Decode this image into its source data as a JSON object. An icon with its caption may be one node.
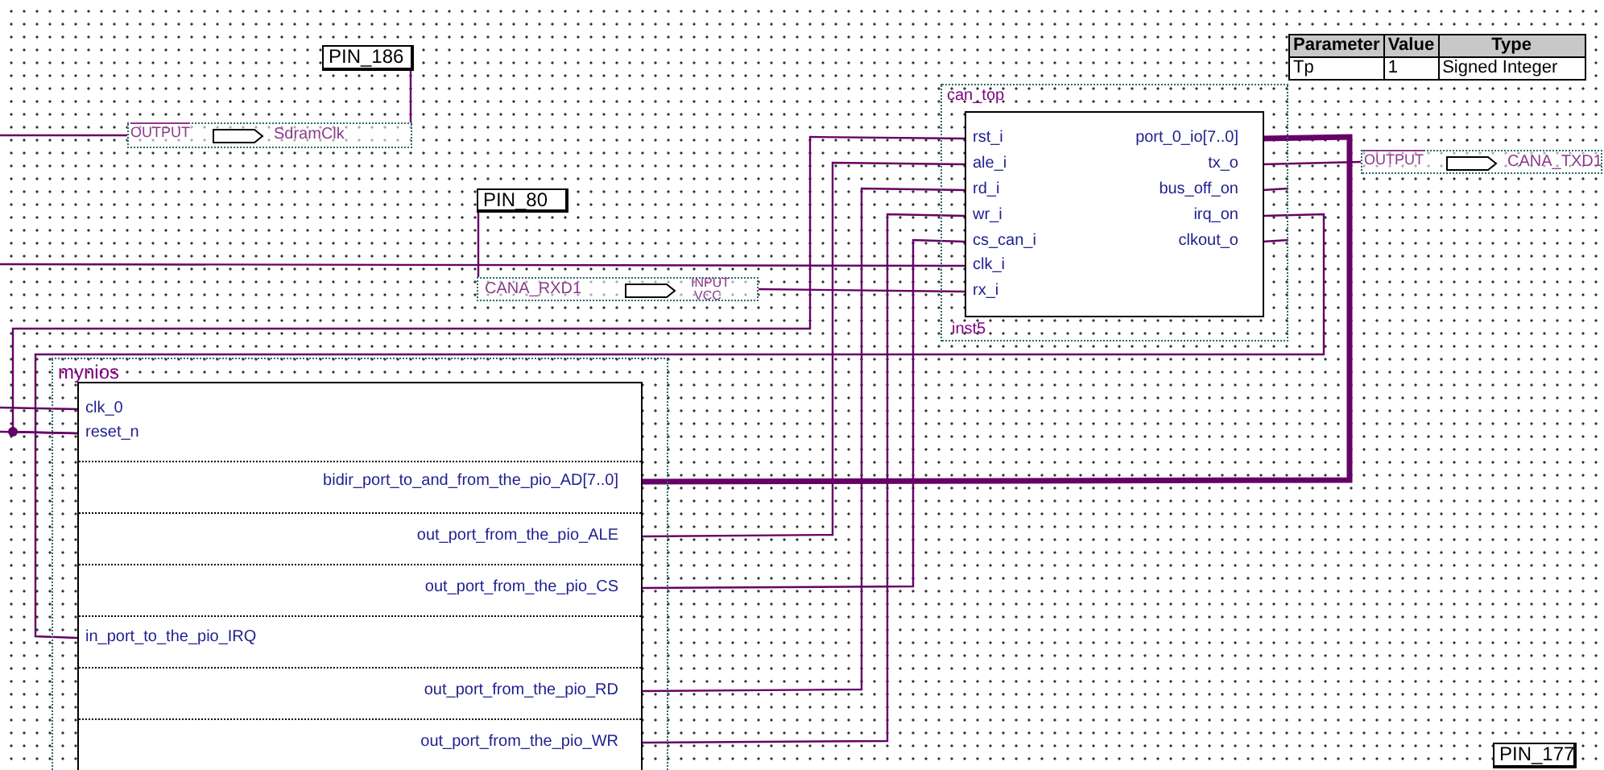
{
  "diagram": {
    "nodes": [
      {
        "text": [
          "PIN_186"
        ]
      },
      {
        "text": [
          "OUTPUT",
          "SdramClk"
        ]
      },
      {
        "text": [
          "PIN_80"
        ]
      },
      {
        "text": [
          "CANA_RXD1",
          "INPUT",
          "VCC"
        ]
      },
      {
        "text": [
          "can_top",
          "inst5"
        ]
      },
      {
        "text": [
          "rst_i"
        ],
        "in": 4
      },
      {
        "text": [
          "ale_i"
        ],
        "in": 4
      },
      {
        "text": [
          "rd_i"
        ],
        "in": 4
      },
      {
        "text": [
          "wr_i"
        ],
        "in": 4
      },
      {
        "text": [
          "cs_can_i"
        ],
        "in": 4
      },
      {
        "text": [
          "clk_i"
        ],
        "in": 4
      },
      {
        "text": [
          "rx_i"
        ],
        "in": 4
      },
      {
        "text": [
          "port_0_io[7..0]"
        ],
        "in": 4
      },
      {
        "text": [
          "tx_o"
        ],
        "in": 4
      },
      {
        "text": [
          "bus_off_on"
        ],
        "in": 4
      },
      {
        "text": [
          "irq_on"
        ],
        "in": 4
      },
      {
        "text": [
          "clkout_o"
        ],
        "in": 4
      },
      {
        "text": [
          "OUTPUT",
          "CANA_TXD1"
        ]
      },
      {
        "text": [
          "mynios"
        ]
      },
      {
        "text": [
          "clk_0"
        ],
        "in": 18
      },
      {
        "text": [
          "reset_n"
        ],
        "in": 18
      },
      {
        "text": [
          "bidir_port_to_and_from_the_pio_AD[7..0]"
        ],
        "in": 18
      },
      {
        "text": [
          "out_port_from_the_pio_ALE"
        ],
        "in": 18
      },
      {
        "text": [
          "out_port_from_the_pio_CS"
        ],
        "in": 18
      },
      {
        "text": [
          "in_port_to_the_pio_IRQ"
        ],
        "in": 18
      },
      {
        "text": [
          "out_port_from_the_pio_RD"
        ],
        "in": 18
      },
      {
        "text": [
          "out_port_from_the_pio_WR"
        ],
        "in": 18
      },
      {
        "text": [
          "PIN_177"
        ]
      }
    ],
    "edges": [
      {
        "from": 0,
        "to": 1,
        "arrow": "none"
      },
      {
        "from": null,
        "to": 1,
        "arrow": "none"
      },
      {
        "from": 2,
        "to": 3,
        "arrow": "none"
      },
      {
        "from": null,
        "to": 10,
        "arrow": "none"
      },
      {
        "from": 3,
        "to": 11,
        "arrow": "none"
      },
      {
        "from": 5,
        "to": 20,
        "arrow": "none"
      },
      {
        "from": null,
        "to": 20,
        "arrow": "none"
      },
      {
        "from": null,
        "to": 19,
        "arrow": "none"
      },
      {
        "from": 6,
        "to": 22,
        "arrow": "none"
      },
      {
        "from": 7,
        "to": 25,
        "arrow": "none"
      },
      {
        "from": 8,
        "to": 26,
        "arrow": "none"
      },
      {
        "from": 9,
        "to": 23,
        "arrow": "none"
      },
      {
        "from": 15,
        "to": 24,
        "arrow": "none"
      },
      {
        "from": 12,
        "to": 21,
        "arrow": "none",
        "style": "thick"
      },
      {
        "from": 13,
        "to": 17,
        "arrow": "none"
      },
      {
        "from": 14,
        "to": null,
        "arrow": "none"
      },
      {
        "from": 16,
        "to": null,
        "arrow": "none"
      }
    ],
    "labels": [
      "Parameter",
      "Value",
      "Type",
      "Tp",
      "1",
      "Signed Integer"
    ]
  }
}
